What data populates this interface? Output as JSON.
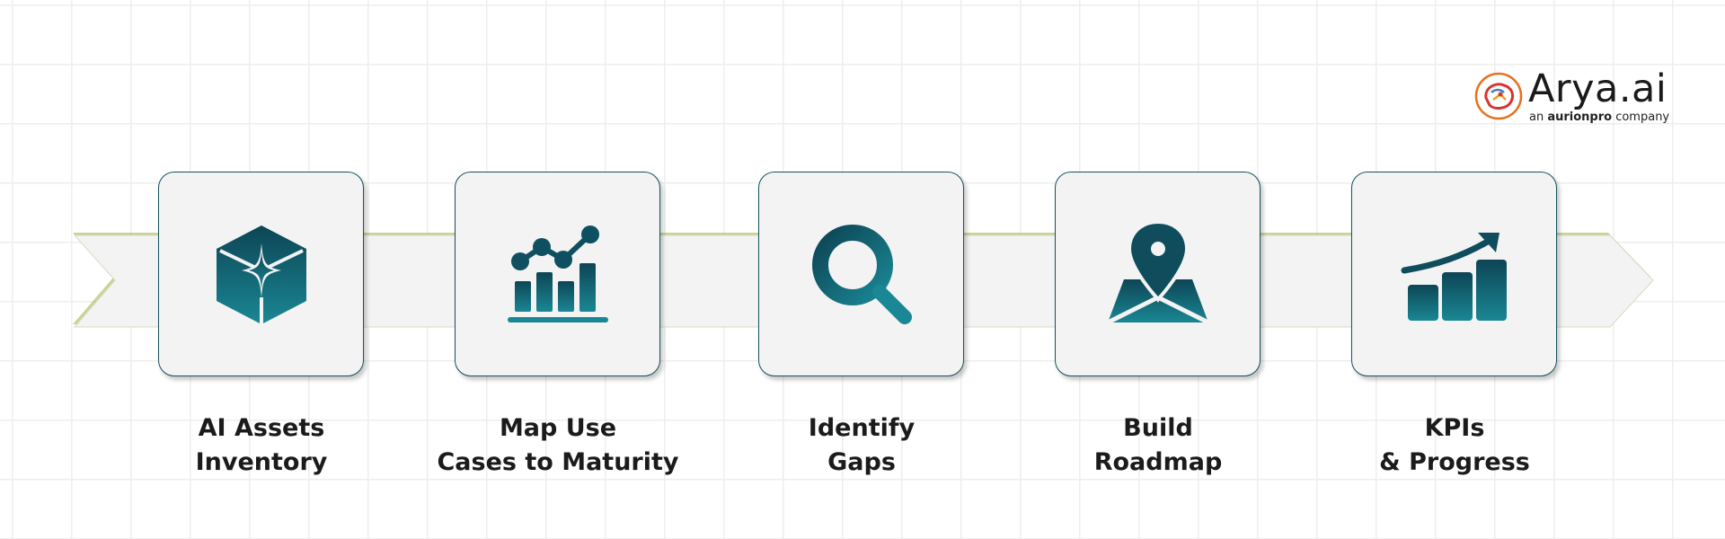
{
  "logo": {
    "name": "Arya.ai",
    "tagline_prefix": "an ",
    "tagline_brand": "aurionpro",
    "tagline_suffix": " company"
  },
  "colors": {
    "icon_gradient_top": "#0d4555",
    "icon_gradient_bottom": "#1a8794",
    "card_border": "#15515e",
    "card_fill": "#f3f3f3",
    "band_fill": "#f3f3f3",
    "band_edge": "#c9d6a0"
  },
  "steps": [
    {
      "icon": "cube-sparkle-icon",
      "line1": "AI Assets",
      "line2": "Inventory"
    },
    {
      "icon": "line-bar-chart-icon",
      "line1": "Map Use",
      "line2": "Cases to Maturity"
    },
    {
      "icon": "magnifier-icon",
      "line1": "Identify",
      "line2": "Gaps"
    },
    {
      "icon": "map-pin-icon",
      "line1": "Build",
      "line2": "Roadmap"
    },
    {
      "icon": "growth-chart-icon",
      "line1": "KPIs",
      "line2": "& Progress"
    }
  ]
}
